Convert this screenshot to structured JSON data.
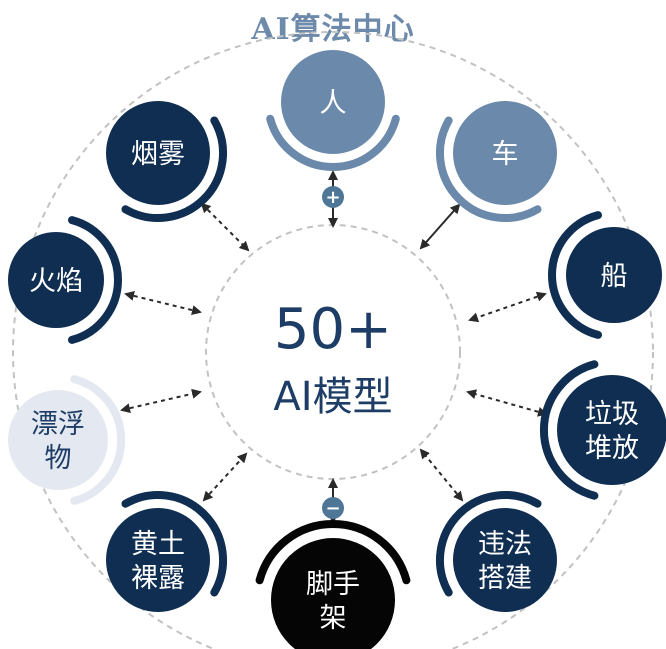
{
  "title": "AI算法中心",
  "center": {
    "count": "50+",
    "label": "AI模型"
  },
  "connector_signs": {
    "top": "+",
    "bottom": "−"
  },
  "colors": {
    "navy": "#0f2e52",
    "steel": "#6b8aab",
    "pale": "#e4e9f1",
    "black": "#050505",
    "badge": "#4d7697",
    "dash": "#c2c2c2",
    "arrow": "#2a2a2a"
  },
  "nodes": [
    {
      "id": "person",
      "lines": [
        "人"
      ]
    },
    {
      "id": "vehicle",
      "lines": [
        "车"
      ]
    },
    {
      "id": "ship",
      "lines": [
        "船"
      ]
    },
    {
      "id": "garbage",
      "lines": [
        "垃圾",
        "堆放"
      ]
    },
    {
      "id": "illegal-building",
      "lines": [
        "违法",
        "搭建"
      ]
    },
    {
      "id": "scaffold",
      "lines": [
        "脚手",
        "架"
      ]
    },
    {
      "id": "bare-soil",
      "lines": [
        "黄土",
        "裸露"
      ]
    },
    {
      "id": "floating",
      "lines": [
        "漂浮",
        "物"
      ]
    },
    {
      "id": "flame",
      "lines": [
        "火焰"
      ]
    },
    {
      "id": "smoke",
      "lines": [
        "烟雾"
      ]
    }
  ]
}
